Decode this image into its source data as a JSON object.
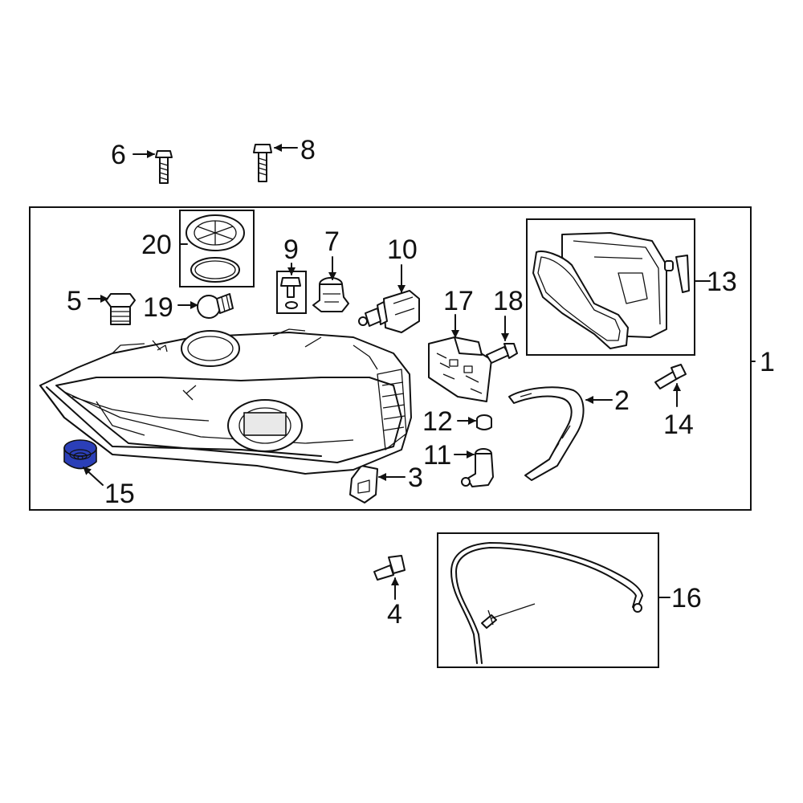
{
  "diagram": {
    "labels": {
      "p1": "1",
      "p2": "2",
      "p3": "3",
      "p4": "4",
      "p5": "5",
      "p6": "6",
      "p7": "7",
      "p8": "8",
      "p9": "9",
      "p10": "10",
      "p11": "11",
      "p12": "12",
      "p13": "13",
      "p14": "14",
      "p15": "15",
      "p16": "16",
      "p17": "17",
      "p18": "18",
      "p19": "19",
      "p20": "20"
    },
    "highlight_color": "#2b3fb8"
  }
}
